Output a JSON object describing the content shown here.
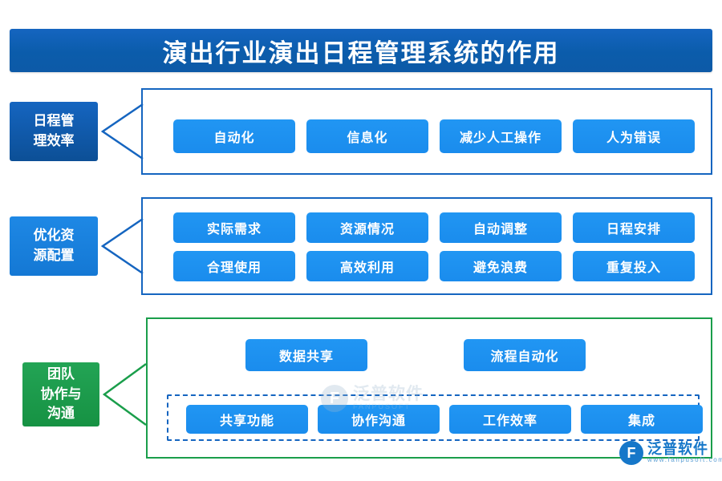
{
  "title": "演出行业演出日程管理系统的作用",
  "sections": [
    {
      "id": "efficiency",
      "category_label": "日程管理\n理效率",
      "category_lines": [
        "日程管",
        "理效率"
      ],
      "accent": "#1565c0",
      "rows": [
        [
          "自动化",
          "信息化",
          "减少人工操作",
          "人为错误"
        ]
      ]
    },
    {
      "id": "resource",
      "category_lines": [
        "优化资",
        "源配置"
      ],
      "accent": "#1e88e5",
      "rows": [
        [
          "实际需求",
          "资源情况",
          "自动调整",
          "日程安排"
        ],
        [
          "合理使用",
          "高效利用",
          "避免浪费",
          "重复投入"
        ]
      ]
    },
    {
      "id": "collaboration",
      "category_lines": [
        "团队",
        "协作与",
        "沟通"
      ],
      "accent": "#1a9e4b",
      "rows": [
        [
          "数据共享",
          "流程自动化"
        ],
        [
          "共享功能",
          "协作沟通",
          "工作效率",
          "集成"
        ]
      ]
    }
  ],
  "watermarks": {
    "center": {
      "cn": "泛普软件",
      "en": "FANPUSOFT",
      "mark": "F"
    },
    "corner": {
      "cn": "泛普软件",
      "en": "www.fanpusoft.com",
      "mark": "F"
    }
  },
  "colors": {
    "title_bg": "#0d5aa7",
    "pill": "#1e90f0",
    "frame_blue": "#1565c0",
    "frame_green": "#1a9e4b",
    "cat_dark": "#1565c0",
    "cat_mid": "#1e88e5",
    "cat_green": "#1a9e4b"
  }
}
